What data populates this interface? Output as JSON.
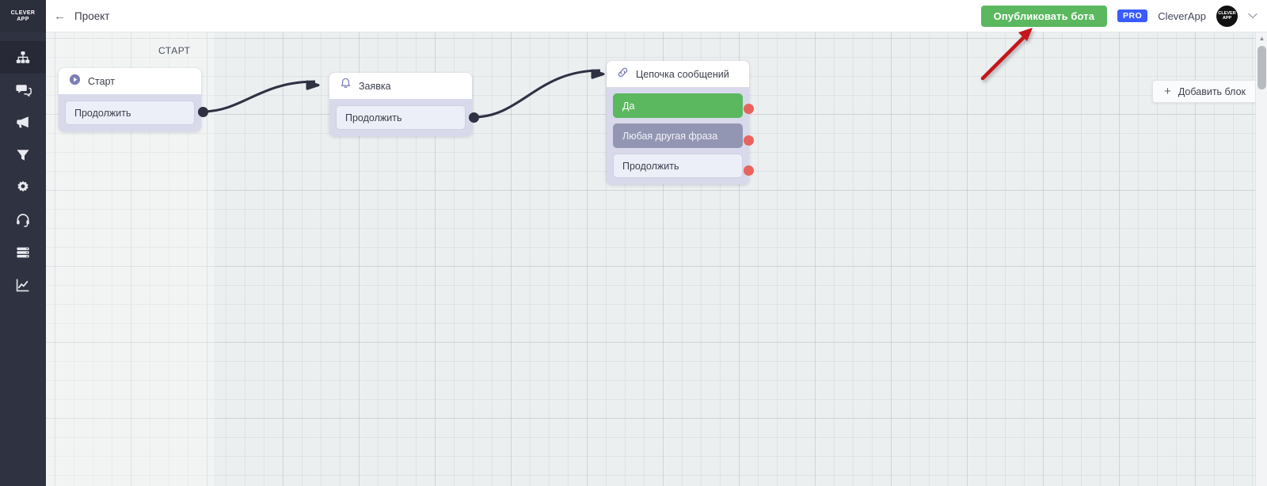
{
  "brand": {
    "logo_line1": "CLEVER",
    "logo_line2": "APP"
  },
  "sidebar": {
    "items": [
      {
        "name": "flow",
        "icon": "sitemap-icon",
        "active": true
      },
      {
        "name": "dialogs",
        "icon": "chat-bubbles-icon",
        "active": false
      },
      {
        "name": "broadcast",
        "icon": "megaphone-icon",
        "active": false
      },
      {
        "name": "filter",
        "icon": "funnel-icon",
        "active": false
      },
      {
        "name": "settings",
        "icon": "gear-icon",
        "active": false
      },
      {
        "name": "support",
        "icon": "headset-icon",
        "active": false
      },
      {
        "name": "database",
        "icon": "server-list-icon",
        "active": false
      },
      {
        "name": "analytics",
        "icon": "chart-line-icon",
        "active": false
      }
    ]
  },
  "header": {
    "back_arrow": "←",
    "project_title": "Проект",
    "publish_label": "Опубликовать бота",
    "plan_badge": "PRO",
    "user_name": "CleverApp",
    "avatar_line1": "CLEVER",
    "avatar_line2": "APP",
    "chevron": "⌄"
  },
  "canvas": {
    "lane_label": "СТАРТ",
    "add_block_label": "Добавить блок",
    "add_block_plus": "+",
    "nodes": [
      {
        "id": "start",
        "icon": "play-circle-icon",
        "title": "Старт",
        "buttons": [
          {
            "label": "Продолжить",
            "style": "plain"
          }
        ]
      },
      {
        "id": "request",
        "icon": "bell-icon",
        "title": "Заявка",
        "buttons": [
          {
            "label": "Продолжить",
            "style": "plain"
          }
        ]
      },
      {
        "id": "chain",
        "icon": "link-icon",
        "title": "Цепочка сообщений",
        "buttons": [
          {
            "label": "Да",
            "style": "green"
          },
          {
            "label": "Любая другая фраза",
            "style": "violet"
          },
          {
            "label": "Продолжить",
            "style": "plain"
          }
        ]
      }
    ]
  },
  "colors": {
    "publish_green": "#5bb85f",
    "pro_blue": "#3a5bfd",
    "port_red": "#e8635c",
    "node_body": "#d8d9ea",
    "violet_button": "#9396b3",
    "rail_bg": "#2f3240",
    "annotation_red": "#c4161c"
  },
  "scrollbar": {
    "arrow_up": "▲"
  }
}
